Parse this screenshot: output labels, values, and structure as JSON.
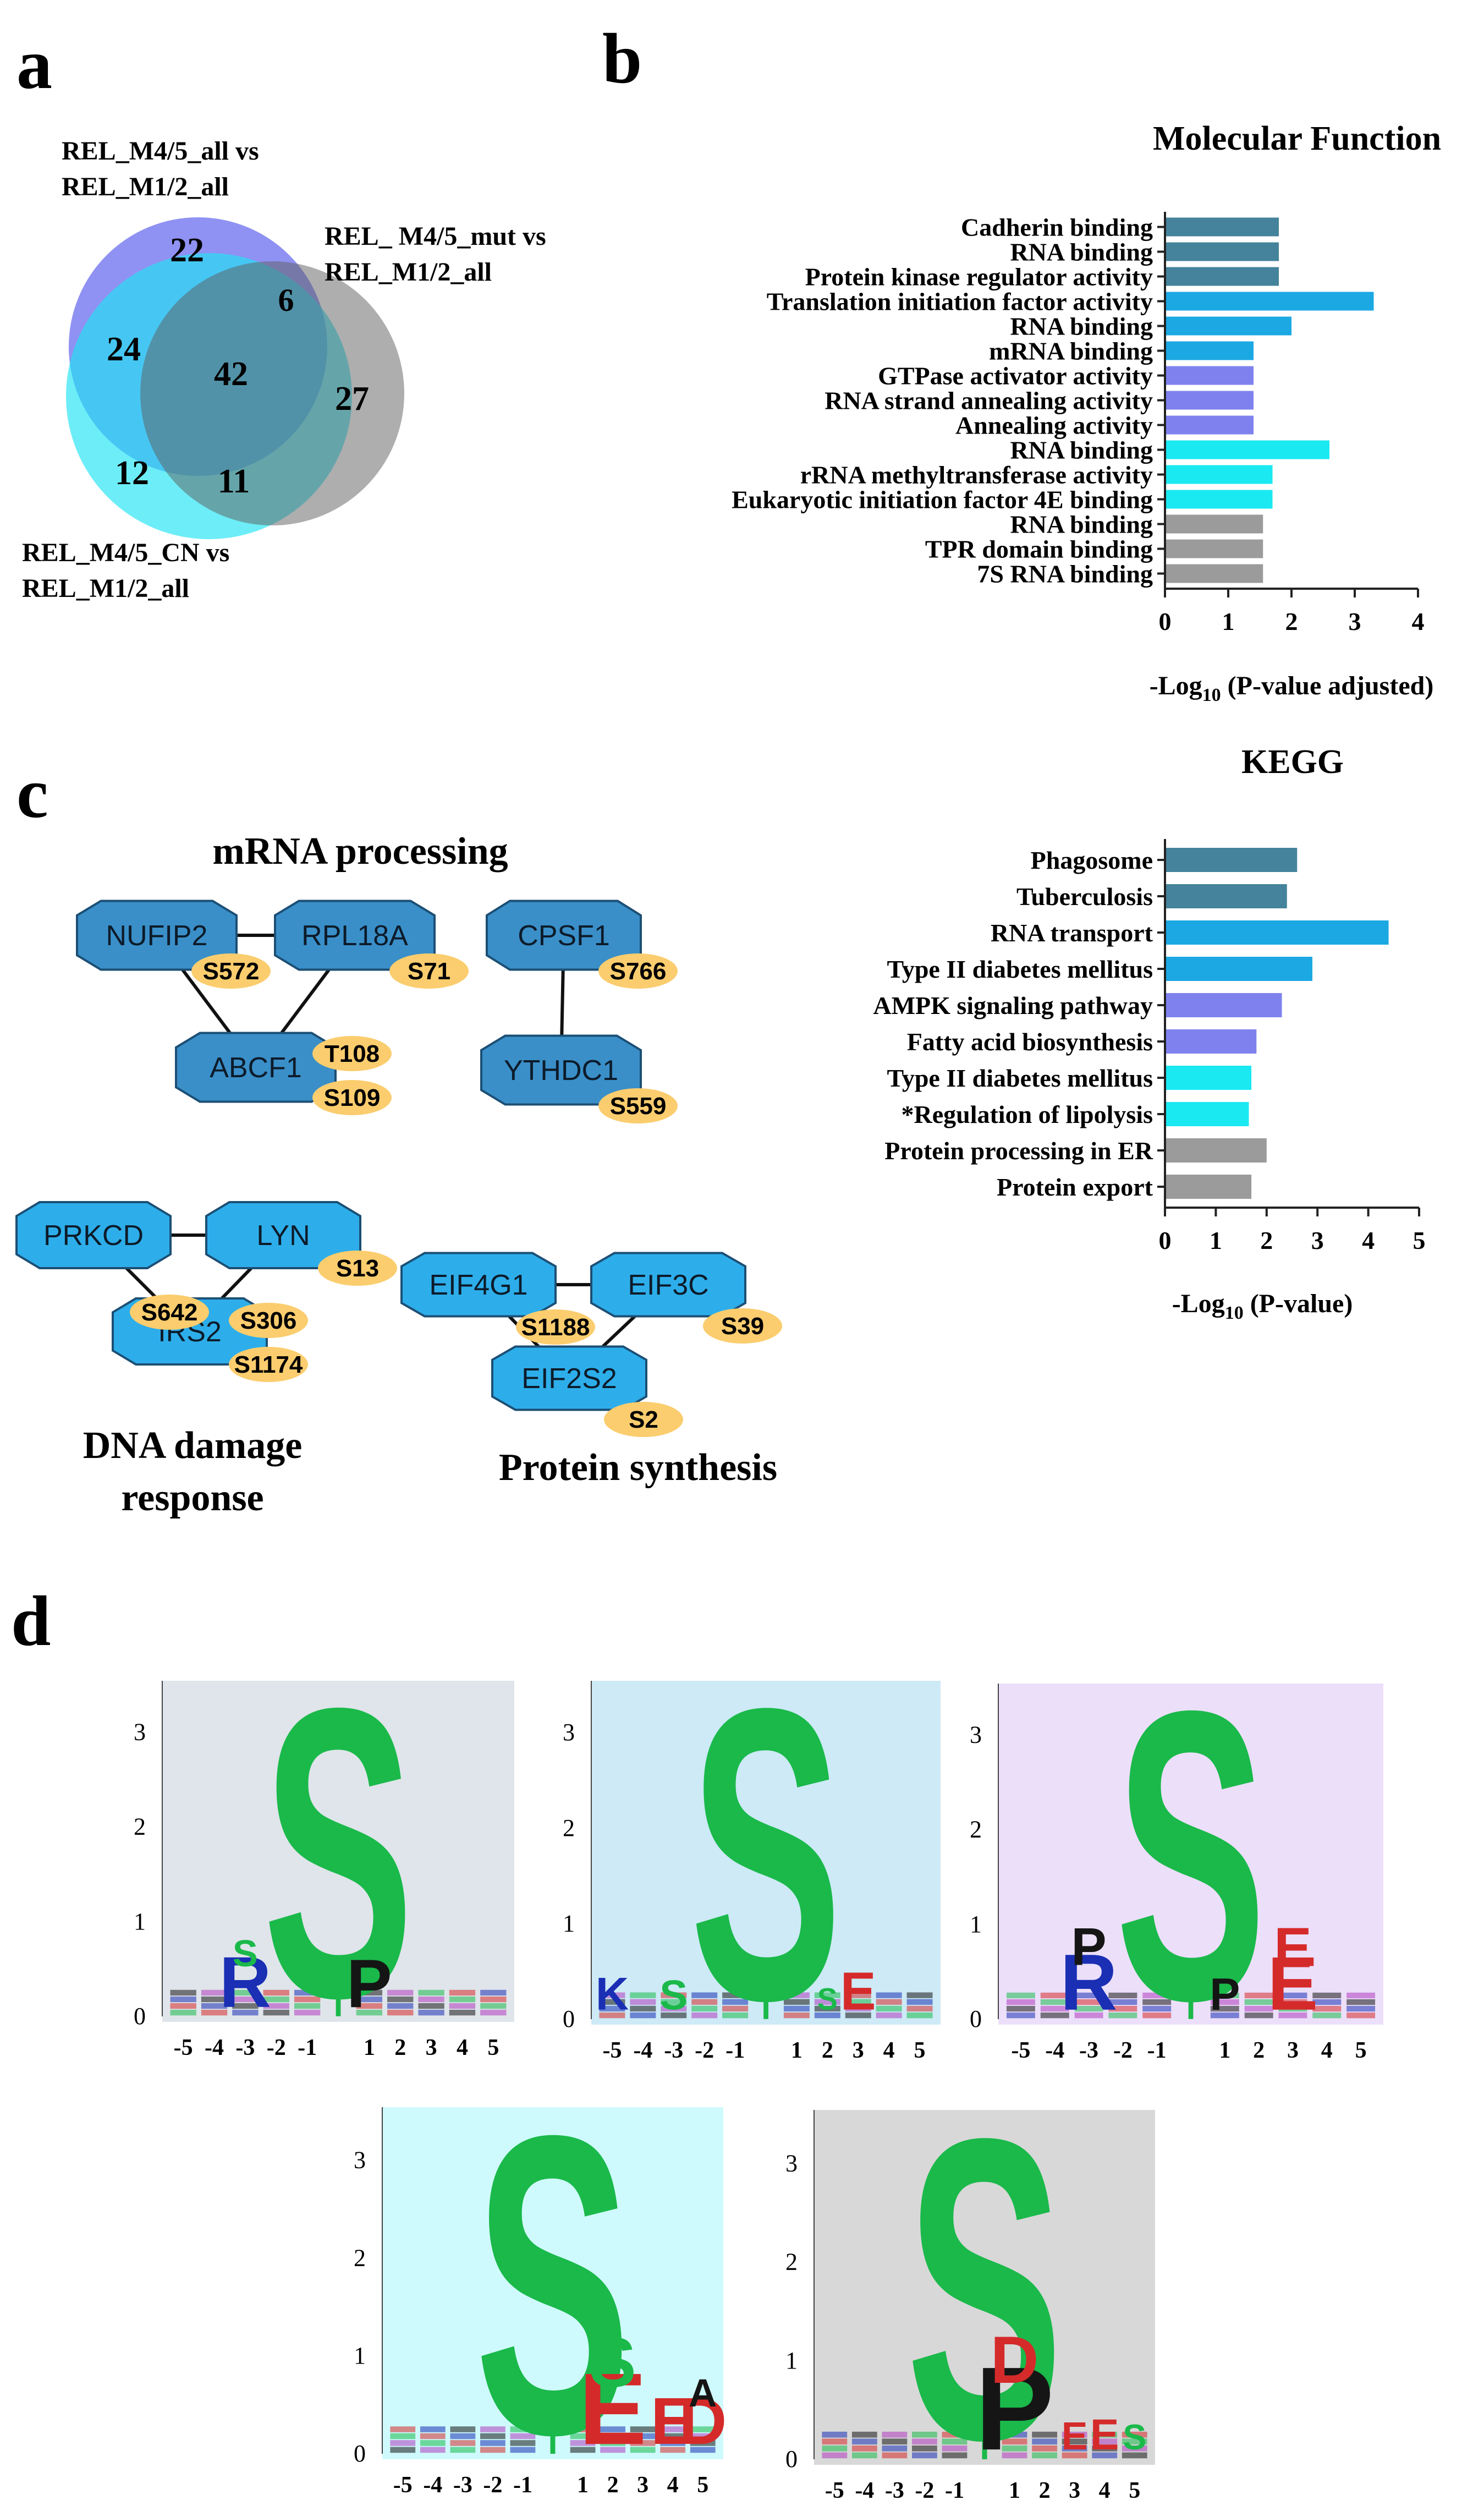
{
  "panels": {
    "a": "a",
    "b": "b",
    "c": "c",
    "d": "d"
  },
  "colors": {
    "teal": "#44839b",
    "blue": "#1ba8e3",
    "lavender": "#7f82ee",
    "cyan": "#1ae9f2",
    "gray": "#9b9b9b",
    "node": "#3a8fc8",
    "node_light": "#2daeea",
    "site": "#fbcd6e"
  },
  "venn": {
    "sets": [
      {
        "label_lines": [
          "REL_M4/5_all vs",
          "REL_M1/2_all"
        ],
        "color": "#7b7ff0"
      },
      {
        "label_lines": [
          "REL_ M4/5_mut vs",
          "REL_M1/2_all"
        ],
        "color": "#5e5e5e"
      },
      {
        "label_lines": [
          "REL_M4/5_CN vs",
          "REL_M1/2_all"
        ],
        "color": "#1ee4f3"
      }
    ],
    "counts": {
      "only_all": 22,
      "all_mut": 6,
      "all_cn": 24,
      "center": 42,
      "only_mut": 27,
      "only_cn": 12,
      "mut_cn": 11
    }
  },
  "chart_data": [
    {
      "type": "bar",
      "orientation": "horizontal",
      "title": "Molecular Function",
      "xlabel": "-Log10 (P-value adjusted)",
      "xlim": [
        0,
        4
      ],
      "xticks": [
        0,
        1,
        2,
        3,
        4
      ],
      "categories": [
        "Cadherin binding",
        "RNA binding",
        "Protein kinase regulator activity",
        "Translation initiation factor activity",
        "RNA binding",
        "mRNA binding",
        "GTPase activator activity",
        "RNA strand annealing activity",
        "Annealing activity",
        "RNA binding",
        "rRNA methyltransferase activity",
        "Eukaryotic initiation factor 4E binding",
        "RNA binding",
        "TPR domain binding",
        "7S RNA binding"
      ],
      "values": [
        1.8,
        1.8,
        1.8,
        3.3,
        2.0,
        1.4,
        1.4,
        1.4,
        1.4,
        2.6,
        1.7,
        1.7,
        1.55,
        1.55,
        1.55
      ],
      "colors": [
        "#44839b",
        "#44839b",
        "#44839b",
        "#1ba8e3",
        "#1ba8e3",
        "#1ba8e3",
        "#7f82ee",
        "#7f82ee",
        "#7f82ee",
        "#1ae9f2",
        "#1ae9f2",
        "#1ae9f2",
        "#9b9b9b",
        "#9b9b9b",
        "#9b9b9b"
      ]
    },
    {
      "type": "bar",
      "orientation": "horizontal",
      "title": "KEGG",
      "xlabel": "-Log10 (P-value)",
      "xlim": [
        0,
        5
      ],
      "xticks": [
        0,
        1,
        2,
        3,
        4,
        5
      ],
      "categories": [
        "Phagosome",
        "Tuberculosis",
        "RNA transport",
        "Type II diabetes mellitus",
        "AMPK signaling pathway",
        "Fatty acid biosynthesis",
        "Type II diabetes mellitus",
        "*Regulation of lipolysis",
        "Protein processing in ER",
        "Protein export"
      ],
      "values": [
        2.6,
        2.4,
        4.4,
        2.9,
        2.3,
        1.8,
        1.7,
        1.65,
        2.0,
        1.7
      ],
      "colors": [
        "#44839b",
        "#44839b",
        "#1ba8e3",
        "#1ba8e3",
        "#7f82ee",
        "#7f82ee",
        "#1ae9f2",
        "#1ae9f2",
        "#9b9b9b",
        "#9b9b9b"
      ]
    }
  ],
  "network": {
    "titles": [
      "mRNA processing",
      "DNA damage",
      "response",
      "Protein synthesis"
    ],
    "nodes": [
      "NUFIP2",
      "RPL18A",
      "ABCF1",
      "CPSF1",
      "YTHDC1",
      "PRKCD",
      "LYN",
      "IRS2",
      "EIF4G1",
      "EIF3C",
      "EIF2S2"
    ],
    "sites": [
      "S572",
      "S71",
      "T108",
      "S109",
      "S766",
      "S559",
      "S642",
      "S13",
      "S306",
      "S1174",
      "S1188",
      "S39",
      "S2"
    ]
  },
  "logos": {
    "yticks": [
      [
        "3",
        "2",
        "1",
        "0"
      ],
      [
        "3",
        "2",
        "1",
        "0"
      ],
      [
        "3",
        "2",
        "1",
        "0"
      ],
      [
        "3",
        "2",
        "1",
        "0"
      ],
      [
        "3",
        "2",
        "1",
        "0"
      ]
    ],
    "positions": [
      "-5",
      "-4",
      "-3",
      "-2",
      "-1",
      "1",
      "2",
      "3",
      "4",
      "5"
    ],
    "backgrounds": [
      "#dfe5ea",
      "#cdeaf6",
      "#ecdffa",
      "#cffafd",
      "#d8d8d8"
    ],
    "center": "S",
    "center_sub": "T",
    "letters": [
      [
        "R",
        "S",
        "P"
      ],
      [
        "K",
        "S",
        "E",
        "S"
      ],
      [
        "R",
        "P",
        "E",
        "P",
        "E"
      ],
      [
        "E",
        "S",
        "E",
        "D",
        "A"
      ],
      [
        "P",
        "D",
        "E",
        "E",
        "S"
      ]
    ]
  }
}
